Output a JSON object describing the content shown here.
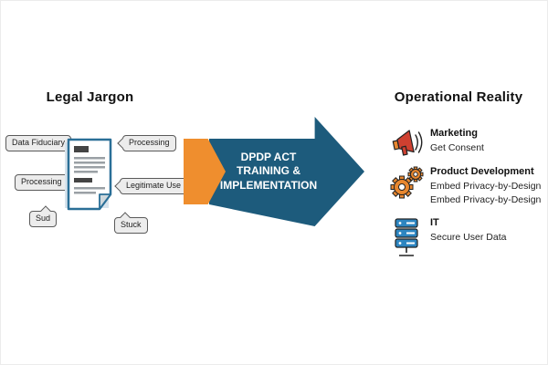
{
  "left": {
    "title": "Legal Jargon",
    "bubbles": [
      "Data Fiduciary",
      "Processing",
      "Sud",
      "Processing",
      "Legitimate Use",
      "Stuck"
    ]
  },
  "arrow": {
    "lines": [
      "DPDP ACT",
      "TRAINING &",
      "IMPLEMENTATION"
    ]
  },
  "right": {
    "title": "Operational Reality",
    "items": [
      {
        "icon": "megaphone-icon",
        "title": "Marketing",
        "lines": [
          "Get Consent"
        ]
      },
      {
        "icon": "gears-icon",
        "title": "Product Development",
        "lines": [
          "Embed Privacy-by-Design",
          "Embed Privacy-by-Design"
        ]
      },
      {
        "icon": "server-icon",
        "title": "IT",
        "lines": [
          "Secure User Data"
        ]
      }
    ]
  },
  "colors": {
    "arrow_blue": "#1d5b7c",
    "arrow_orange": "#ef8e2e",
    "megaphone_red": "#cf4030",
    "gear_orange": "#e8872f",
    "server_blue": "#2e86c1",
    "document_outline": "#2a6f97"
  }
}
